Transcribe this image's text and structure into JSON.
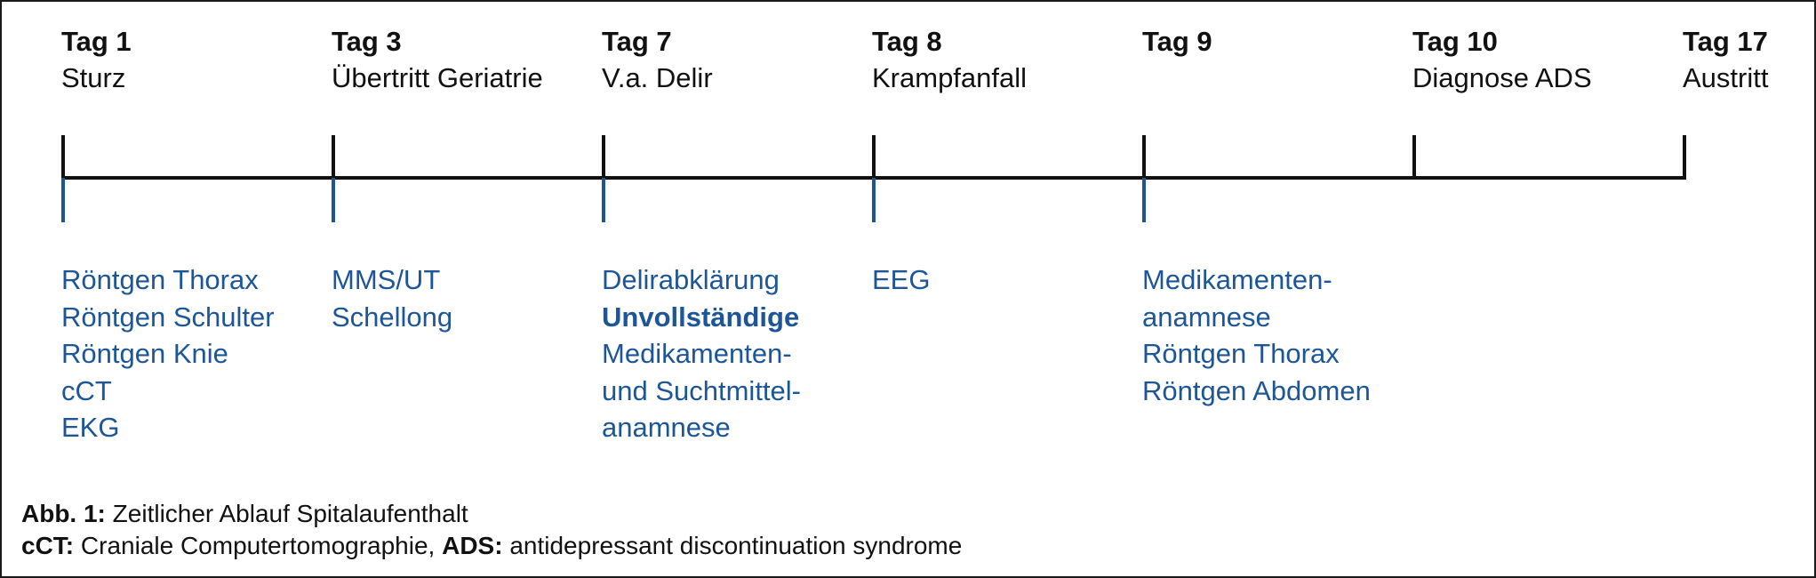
{
  "days": [
    {
      "label": "Tag 1",
      "event": "Sturz"
    },
    {
      "label": "Tag 3",
      "event": "Übertritt Geriatrie"
    },
    {
      "label": "Tag 7",
      "event": "V.a. Delir"
    },
    {
      "label": "Tag 8",
      "event": "Krampfanfall"
    },
    {
      "label": "Tag 9",
      "event": ""
    },
    {
      "label": "Tag 10",
      "event": "Diagnose ADS"
    },
    {
      "label": "Tag 17",
      "event": "Austritt"
    }
  ],
  "examinations": [
    {
      "items": [
        {
          "text": "Röntgen Thorax",
          "bold": false
        },
        {
          "text": "Röntgen Schulter",
          "bold": false
        },
        {
          "text": "Röntgen Knie",
          "bold": false
        },
        {
          "text": "cCT",
          "bold": false
        },
        {
          "text": "EKG",
          "bold": false
        }
      ]
    },
    {
      "items": [
        {
          "text": "MMS/UT",
          "bold": false
        },
        {
          "text": "Schellong",
          "bold": false
        }
      ]
    },
    {
      "items": [
        {
          "text": "Delirabklärung",
          "bold": false
        },
        {
          "text": "Unvollständige",
          "bold": true
        },
        {
          "text": "Medikamenten-",
          "bold": false
        },
        {
          "text": "und Suchtmittel-",
          "bold": false
        },
        {
          "text": "anamnese",
          "bold": false
        }
      ]
    },
    {
      "items": [
        {
          "text": "EEG",
          "bold": false
        }
      ]
    },
    {
      "items": [
        {
          "text": "Medikamenten-",
          "bold": false
        },
        {
          "text": "anamnese",
          "bold": false
        },
        {
          "text": "Röntgen Thorax",
          "bold": false
        },
        {
          "text": "Röntgen Abdomen",
          "bold": false
        }
      ]
    }
  ],
  "caption": {
    "line1_label": "Abb. 1:",
    "line1_text": " Zeitlicher Ablauf Spitalaufenthalt",
    "line2_label1": "cCT:",
    "line2_text1": " Craniale Computertomographie, ",
    "line2_label2": "ADS:",
    "line2_text2": " antidepressant discontinuation syndrome"
  },
  "colors": {
    "axis": "#111111",
    "accent_blue": "#1c5699"
  }
}
